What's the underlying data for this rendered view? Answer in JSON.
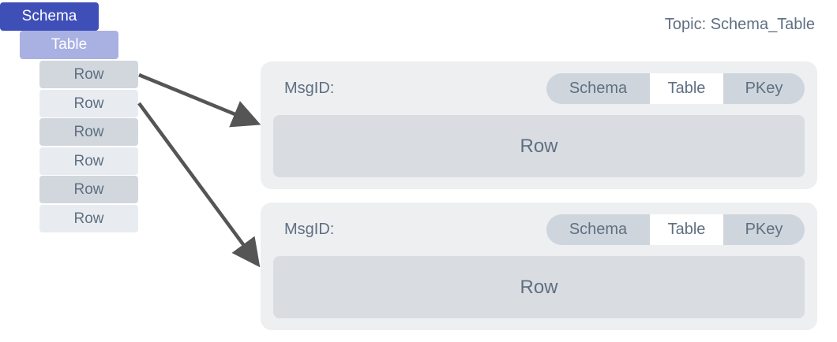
{
  "schema_label": "Schema",
  "table_label": "Table",
  "rows": [
    "Row",
    "Row",
    "Row",
    "Row",
    "Row",
    "Row"
  ],
  "topic": "Topic: Schema_Table",
  "messages": [
    {
      "msgid_label": "MsgID:",
      "keys": [
        "Schema",
        "Table",
        "PKey"
      ],
      "body": "Row"
    },
    {
      "msgid_label": "MsgID:",
      "keys": [
        "Schema",
        "Table",
        "PKey"
      ],
      "body": "Row"
    }
  ],
  "colors": {
    "schema": "#3f4fb8",
    "table": "#a9b0e2",
    "row_dark": "#d2d7dd",
    "row_light": "#e8ecf0",
    "card": "#eeeff1",
    "arrow": "#555555"
  }
}
